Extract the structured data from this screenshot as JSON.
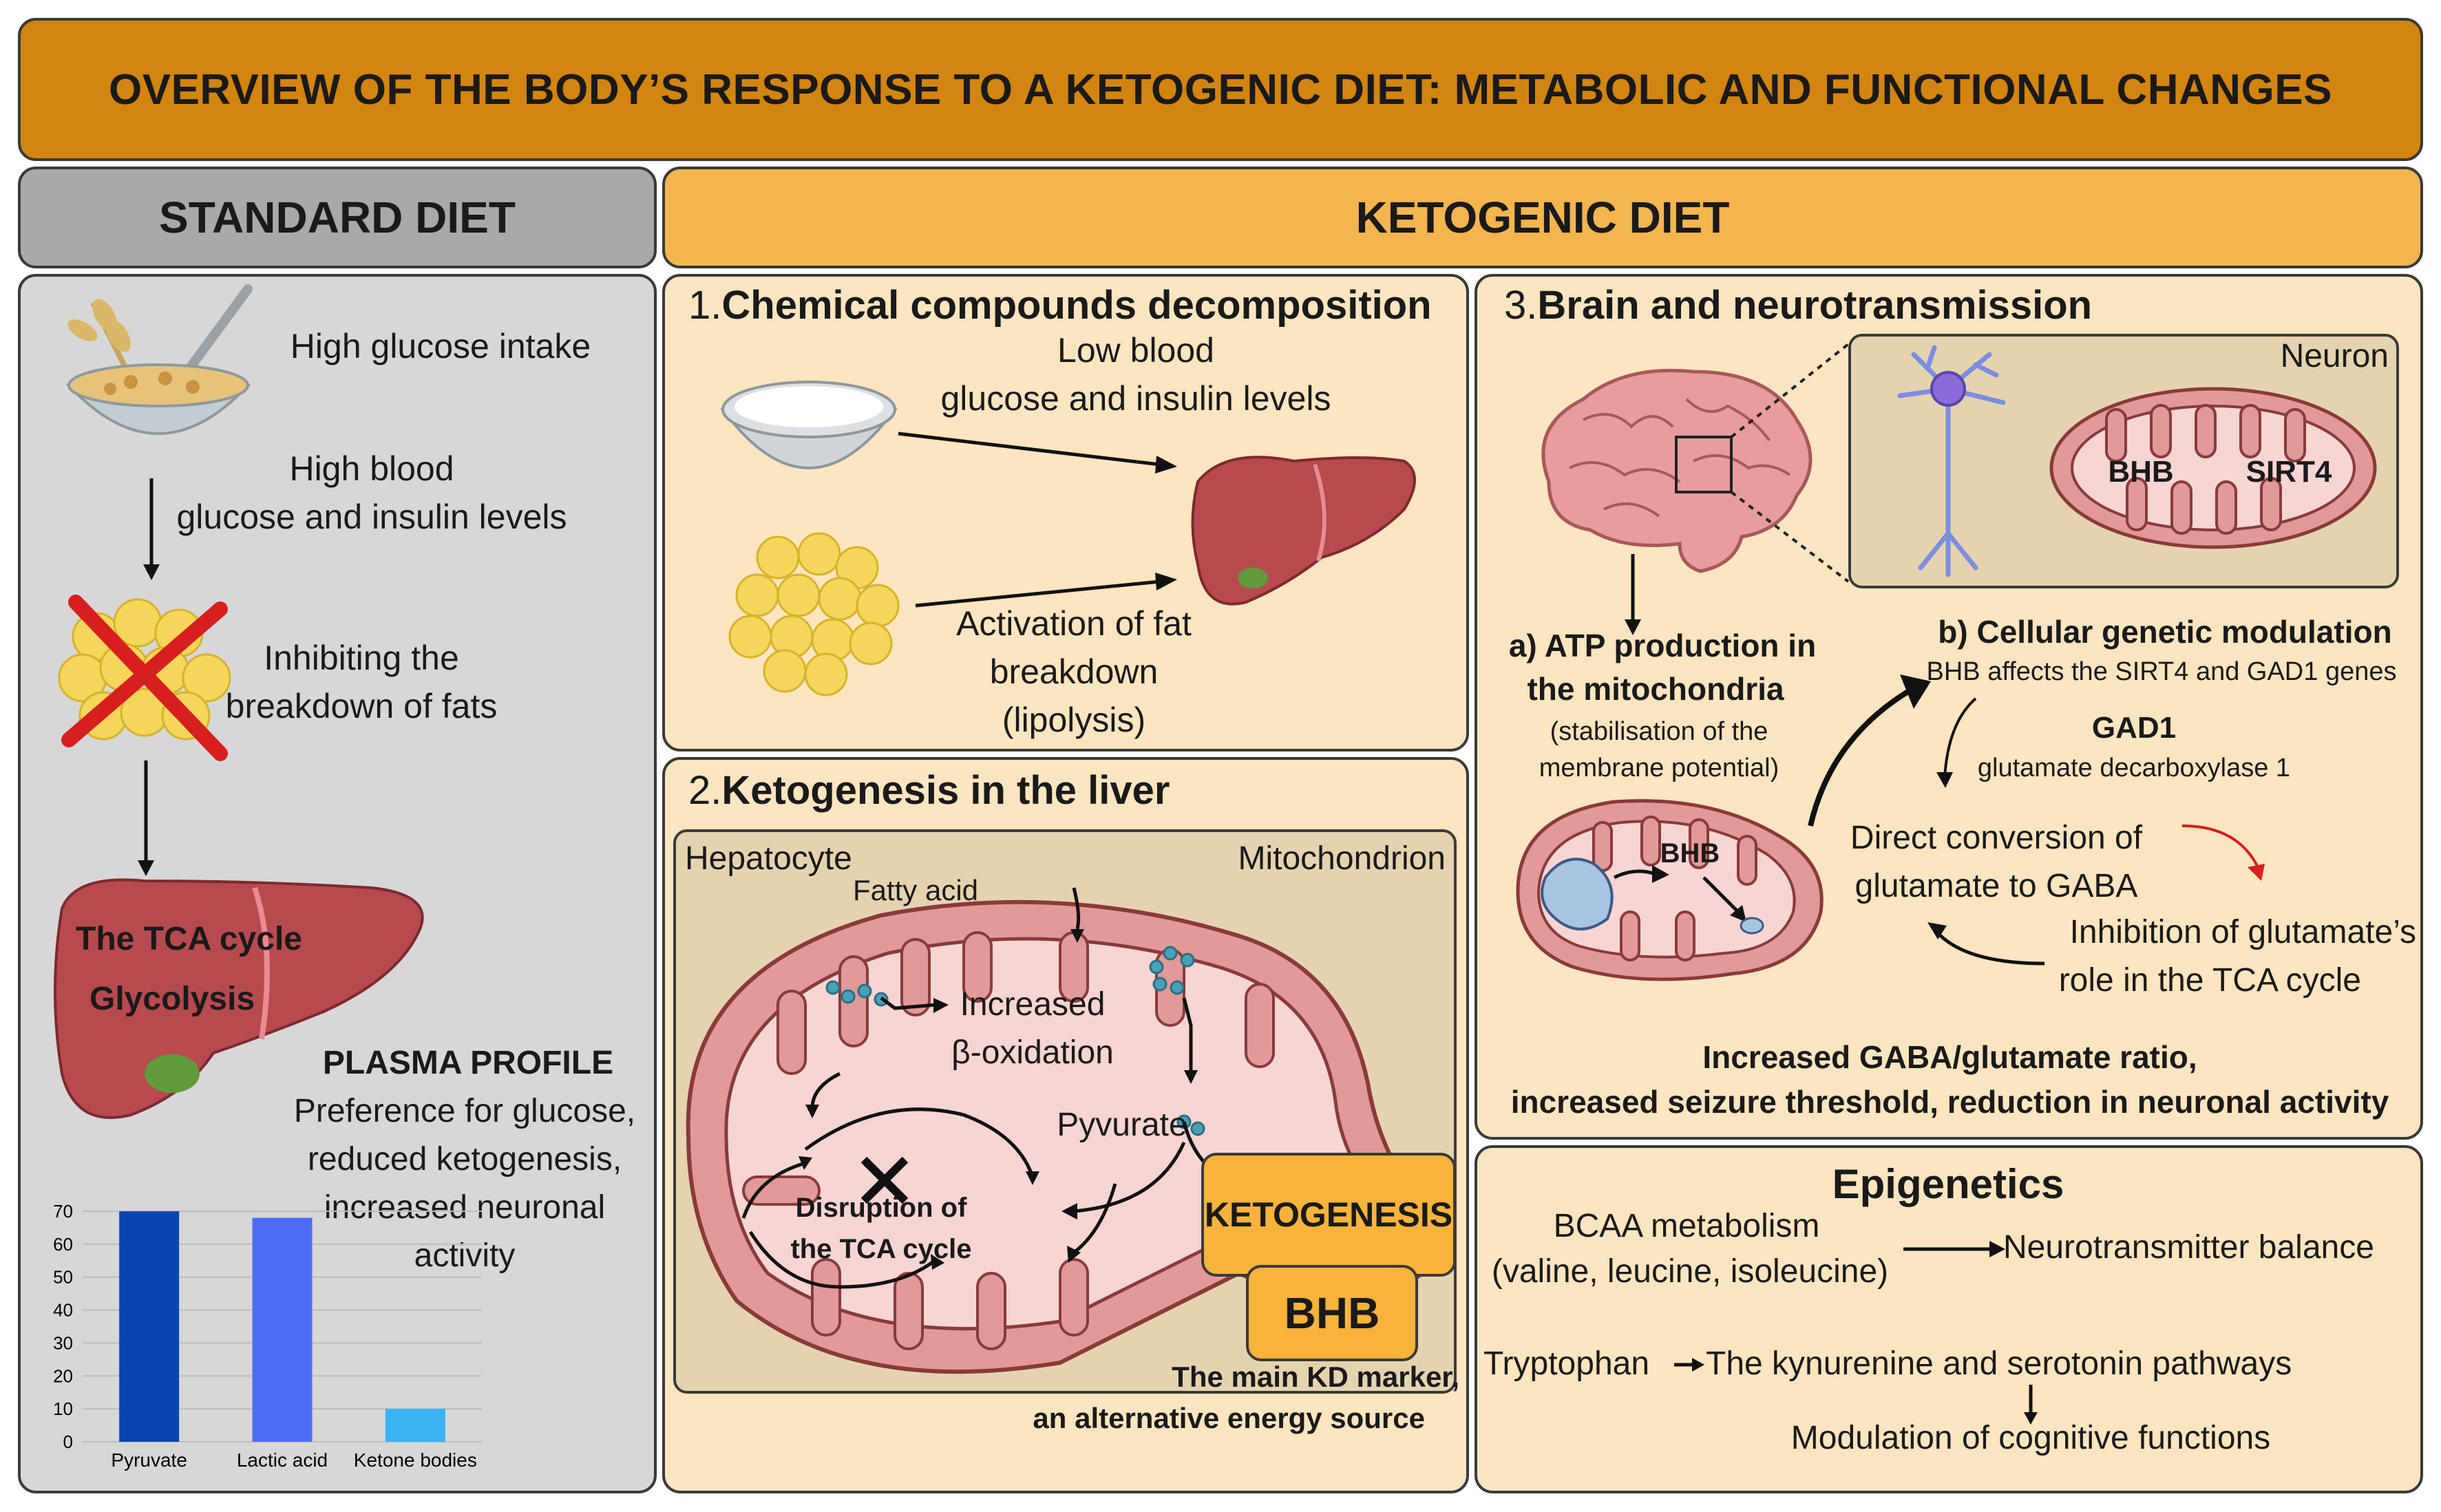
{
  "title": "OVERVIEW OF THE BODY’S RESPONSE TO A KETOGENIC DIET: METABOLIC AND FUNCTIONAL CHANGES",
  "headers": {
    "standard": "STANDARD DIET",
    "ketogenic": "KETOGENIC DIET"
  },
  "standard": {
    "high_glucose_intake": "High glucose intake",
    "high_blood_1": "High blood",
    "high_blood_2": "glucose and insulin levels",
    "inhibit_1": "Inhibiting the",
    "inhibit_2": "breakdown of fats",
    "tca": "The TCA cycle",
    "glycolysis": "Glycolysis",
    "plasma_title": "PLASMA PROFILE",
    "plasma_1": "Preference for glucose,",
    "plasma_2": "reduced ketogenesis,",
    "plasma_3": "increased neuronal",
    "plasma_4": "activity"
  },
  "chart_data": {
    "type": "bar",
    "categories": [
      "Pyruvate",
      "Lactic acid",
      "Ketone bodies"
    ],
    "values": [
      70,
      68,
      10
    ],
    "colors": [
      "#0a45b0",
      "#4d6cf5",
      "#38b4f4"
    ],
    "ylim": [
      0,
      70
    ],
    "yticks": [
      0,
      10,
      20,
      30,
      40,
      50,
      60,
      70
    ],
    "grid": true
  },
  "section1": {
    "num": "1.",
    "title": "Chemical compounds decomposition",
    "low_blood_1": "Low blood",
    "low_blood_2": "glucose and insulin levels",
    "fat_1": "Activation of fat",
    "fat_2": "breakdown",
    "fat_3": "(lipolysis)"
  },
  "section2": {
    "num": "2.",
    "title": "Ketogenesis in the liver",
    "hepatocyte": "Hepatocyte",
    "mitochondrion": "Mitochondrion",
    "fatty_acid": "Fatty acid",
    "beta_1": "Increased",
    "beta_2": "β-oxidation",
    "pyruvate": "Pyvurate",
    "disruption_1": "Disruption of",
    "disruption_2": "the TCA cycle",
    "ketogenesis": "KETOGENESIS",
    "bhb": "BHB",
    "marker_1": "The main KD marker,",
    "marker_2": "an alternative energy source"
  },
  "section3": {
    "num": "3.",
    "title": "Brain and neurotransmission",
    "neuron": "Neuron",
    "bhb": "BHB",
    "sirt4": "SIRT4",
    "atp_1": "a) ATP production in",
    "atp_2": "the mitochondria",
    "atp_3": "(stabilisation of the",
    "atp_4": "membrane potential)",
    "gen_title": "b) Cellular genetic modulation",
    "gen_sub": "BHB affects the SIRT4 and GAD1 genes",
    "gad1": "GAD1",
    "gad1_sub": "glutamate decarboxylase 1",
    "mito_bhb": "BHB",
    "direct_1": "Direct conversion of",
    "direct_2": "glutamate to GABA",
    "inhib_1": "Inhibition of glutamate’s",
    "inhib_2": "role in the TCA cycle",
    "result_1": "Increased GABA/glutamate ratio,",
    "result_2": "increased seizure threshold, reduction in neuronal activity"
  },
  "epigenetics": {
    "title": "Epigenetics",
    "bcaa_1": "BCAA metabolism",
    "bcaa_2": "(valine, leucine, isoleucine)",
    "neuro": "Neurotransmitter balance",
    "tryptophan": "Tryptophan",
    "kyn": "The kynurenine and serotonin pathways",
    "cognitive": "Modulation of cognitive functions"
  },
  "colors": {
    "title_bg": "#d2850f",
    "standard_bg": "#d7d7d7",
    "keto_bg": "#fde5c0",
    "keto_header": "#f4b54e",
    "orange_box": "#f7b33a",
    "liver": "#b74a4f",
    "mito_outer": "#e19a97"
  }
}
